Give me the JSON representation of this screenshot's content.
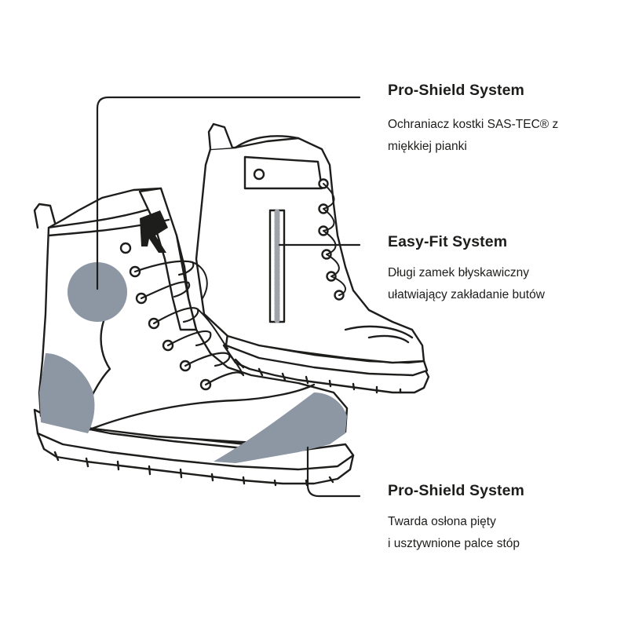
{
  "colors": {
    "outline": "#1d1d1b",
    "protector": "#8d96a3",
    "zipper": "#9fa4ab",
    "background": "#ffffff"
  },
  "features": [
    {
      "title": "Pro-Shield System",
      "description": "Ochraniacz kostki SAS-TEC® z miękkiej pianki"
    },
    {
      "title": "Easy-Fit System",
      "description_lines": [
        "Długi zamek błyskawiczny",
        "ułatwiający zakładanie butów"
      ]
    },
    {
      "title": "Pro-Shield System",
      "description_lines": [
        "Twarda osłona pięty",
        "i usztywnione palce stóp"
      ]
    }
  ]
}
